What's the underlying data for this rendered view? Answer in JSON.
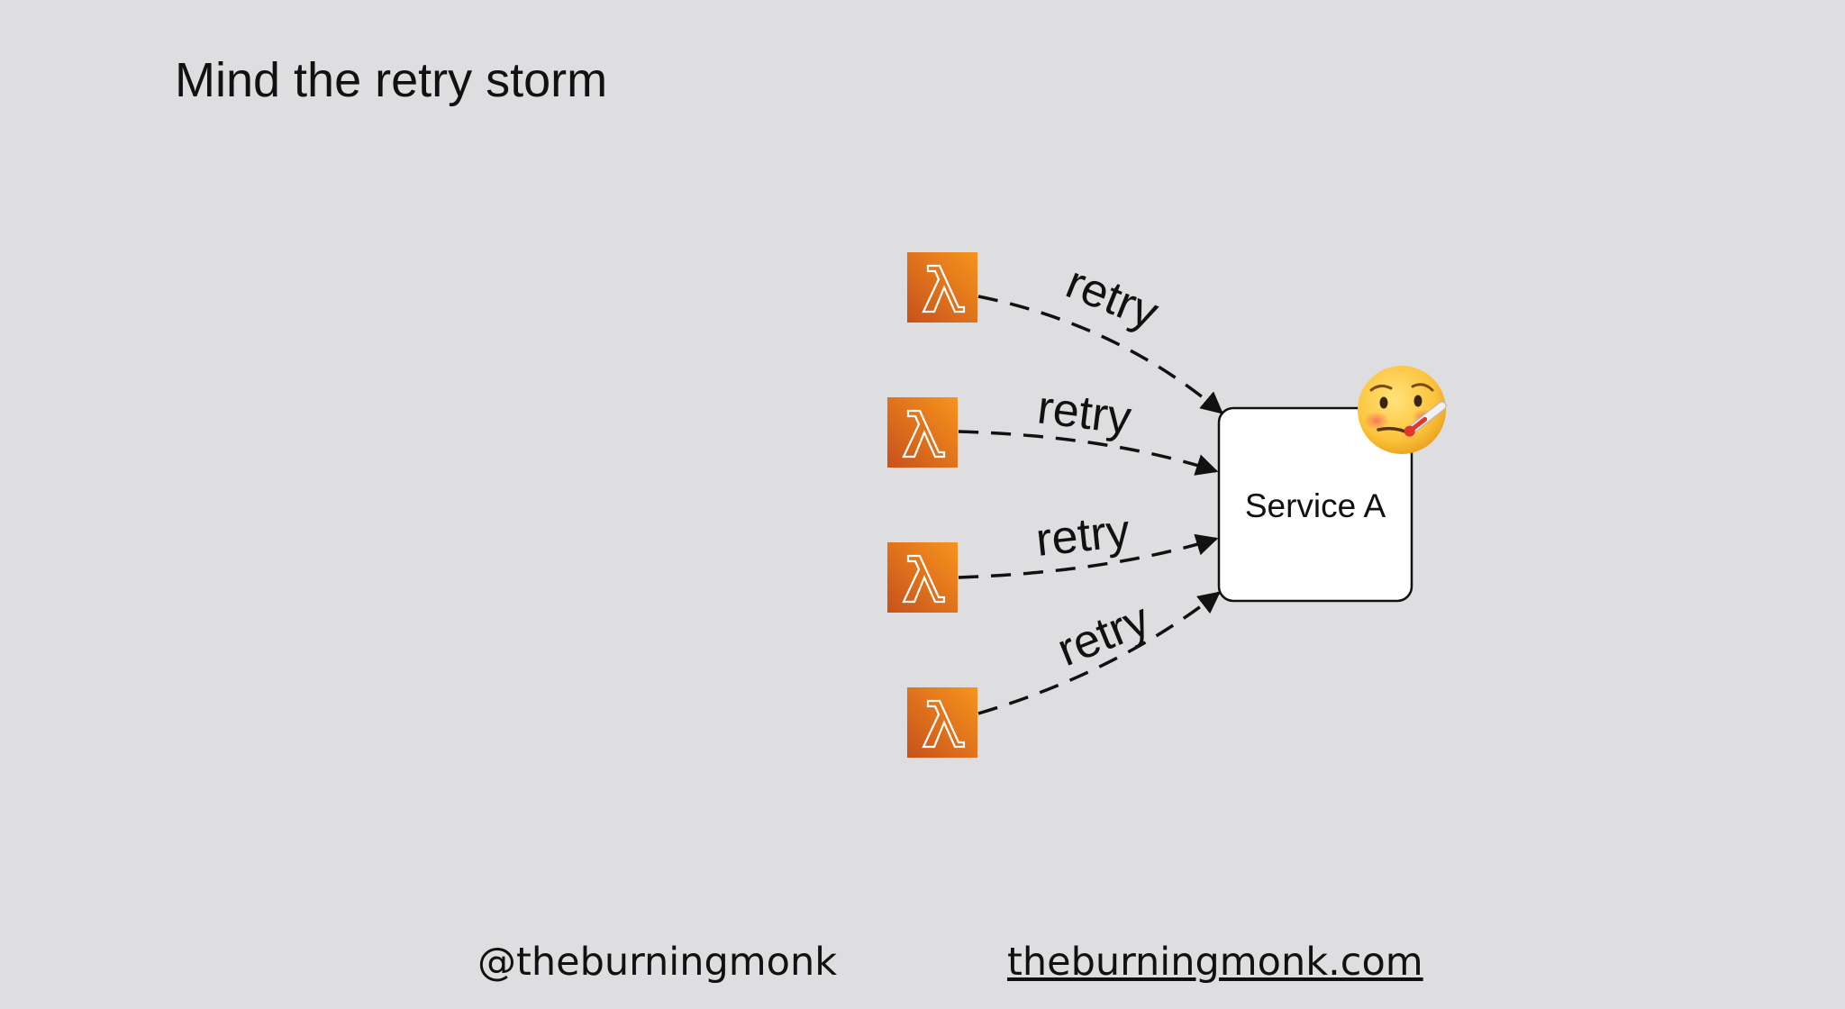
{
  "slide": {
    "title": "Mind the retry storm"
  },
  "diagram": {
    "service": {
      "label": "Service A",
      "status_icon": "face-with-thermometer-icon"
    },
    "clients": [
      {
        "icon": "aws-lambda-icon",
        "edge_label": "retry"
      },
      {
        "icon": "aws-lambda-icon",
        "edge_label": "retry"
      },
      {
        "icon": "aws-lambda-icon",
        "edge_label": "retry"
      },
      {
        "icon": "aws-lambda-icon",
        "edge_label": "retry"
      }
    ],
    "colors": {
      "lambda_light": "#f7941d",
      "lambda_dark": "#d86613",
      "edge": "#111111",
      "service_fill": "#ffffff"
    }
  },
  "footer": {
    "handle": "@theburningmonk",
    "website": "theburningmonk.com"
  }
}
